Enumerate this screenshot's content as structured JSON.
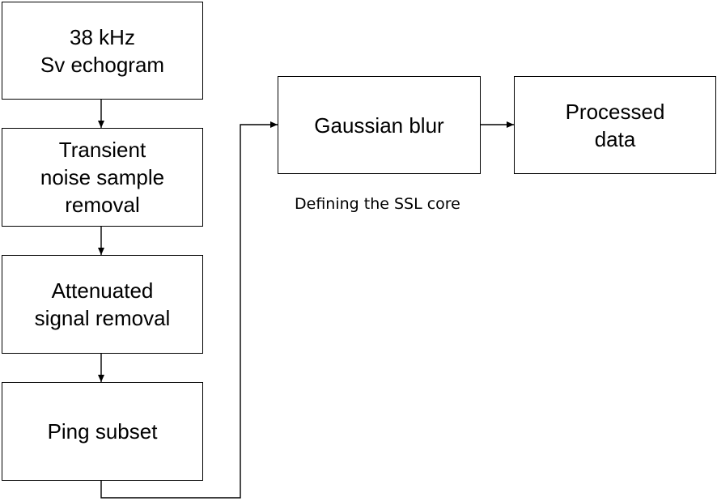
{
  "diagram": {
    "nodes": [
      {
        "id": "echogram",
        "label": "38 kHz\nSv echogram"
      },
      {
        "id": "transient",
        "label": "Transient\nnoise sample\nremoval"
      },
      {
        "id": "attenuated",
        "label": "Attenuated\nsignal removal"
      },
      {
        "id": "ping",
        "label": "Ping subset"
      },
      {
        "id": "gaussian",
        "label": "Gaussian blur"
      },
      {
        "id": "processed",
        "label": "Processed\ndata"
      }
    ],
    "caption": "Defining the SSL core",
    "edges": [
      {
        "from": "echogram",
        "to": "transient"
      },
      {
        "from": "transient",
        "to": "attenuated"
      },
      {
        "from": "attenuated",
        "to": "ping"
      },
      {
        "from": "ping",
        "to": "gaussian"
      },
      {
        "from": "gaussian",
        "to": "processed"
      }
    ]
  }
}
